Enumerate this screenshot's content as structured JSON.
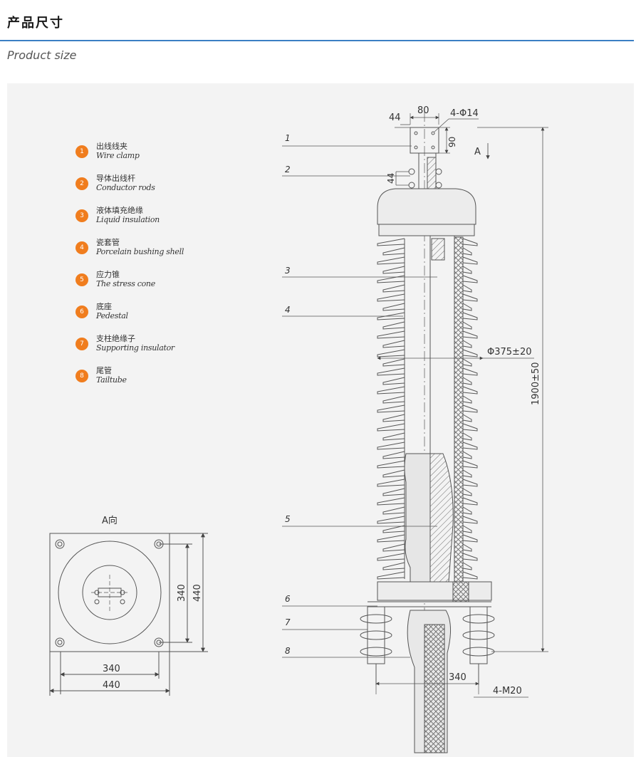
{
  "header": {
    "title": "产品尺寸",
    "subtitle": "Product size"
  },
  "colors": {
    "accent_rule": "#3b7fc4",
    "legend_dot": "#f07d1e",
    "panel_bg": "#f3f3f3",
    "line": "#555555"
  },
  "legend": [
    {
      "num": "1",
      "cn": "出线线夹",
      "en": "Wire clamp"
    },
    {
      "num": "2",
      "cn": "导体出线杆",
      "en": "Conductor rods"
    },
    {
      "num": "3",
      "cn": "液体填充绝缘",
      "en": "Liquid insulation"
    },
    {
      "num": "4",
      "cn": "瓷套管",
      "en": "Porcelain bushing shell"
    },
    {
      "num": "5",
      "cn": "应力锥",
      "en": "The stress cone"
    },
    {
      "num": "6",
      "cn": "底座",
      "en": "Pedestal"
    },
    {
      "num": "7",
      "cn": "支柱绝缘子",
      "en": "Supporting insulator"
    },
    {
      "num": "8",
      "cn": "尾管",
      "en": "Tailtube"
    }
  ],
  "views": {
    "a_view_label": "A向",
    "a_arrow_label": "A"
  },
  "dimensions": {
    "clamp_width": "80",
    "clamp_left": "44",
    "holes": "4-Φ14",
    "clamp_height": "90",
    "rod_spacing": "44",
    "diameter": "Φ375±20",
    "total_height": "1900±50",
    "base_inner": "340",
    "base_outer": "440",
    "base_side_inner": "340",
    "base_side_outer": "440",
    "bolt_spacing": "340",
    "bolts": "4-M20"
  },
  "part_labels": [
    "1",
    "2",
    "3",
    "4",
    "5",
    "6",
    "7",
    "8"
  ]
}
